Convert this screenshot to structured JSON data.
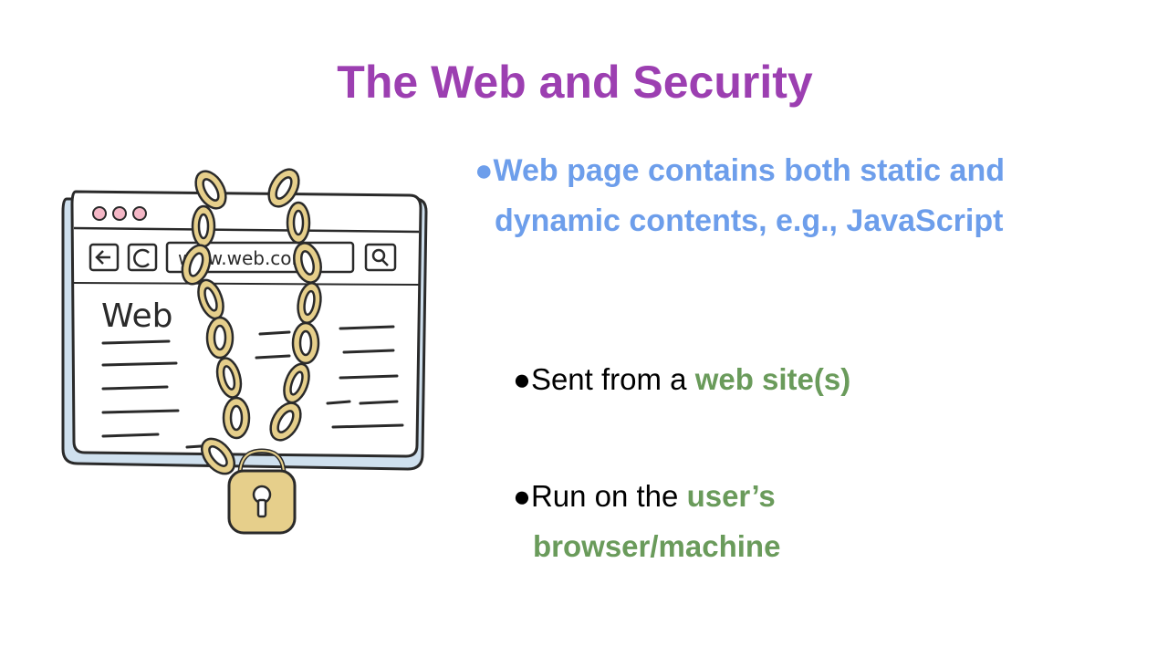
{
  "slide": {
    "title": "The Web and Security",
    "bullet_glyph": "●",
    "main_bullet": "Web page contains both static and dynamic contents, e.g., JavaScript",
    "sub_bullets": [
      {
        "text": "Sent from a ",
        "highlight": "web site(s)"
      },
      {
        "text": "Run on the ",
        "highlight": "user’s browser/machine"
      }
    ],
    "illustration": {
      "address_bar_text": "www.web.com",
      "page_heading_text": "Web"
    },
    "colors": {
      "title": "#9c3fb1",
      "main_bullet": "#6d9eeb",
      "highlight": "#6a9b5b"
    }
  }
}
